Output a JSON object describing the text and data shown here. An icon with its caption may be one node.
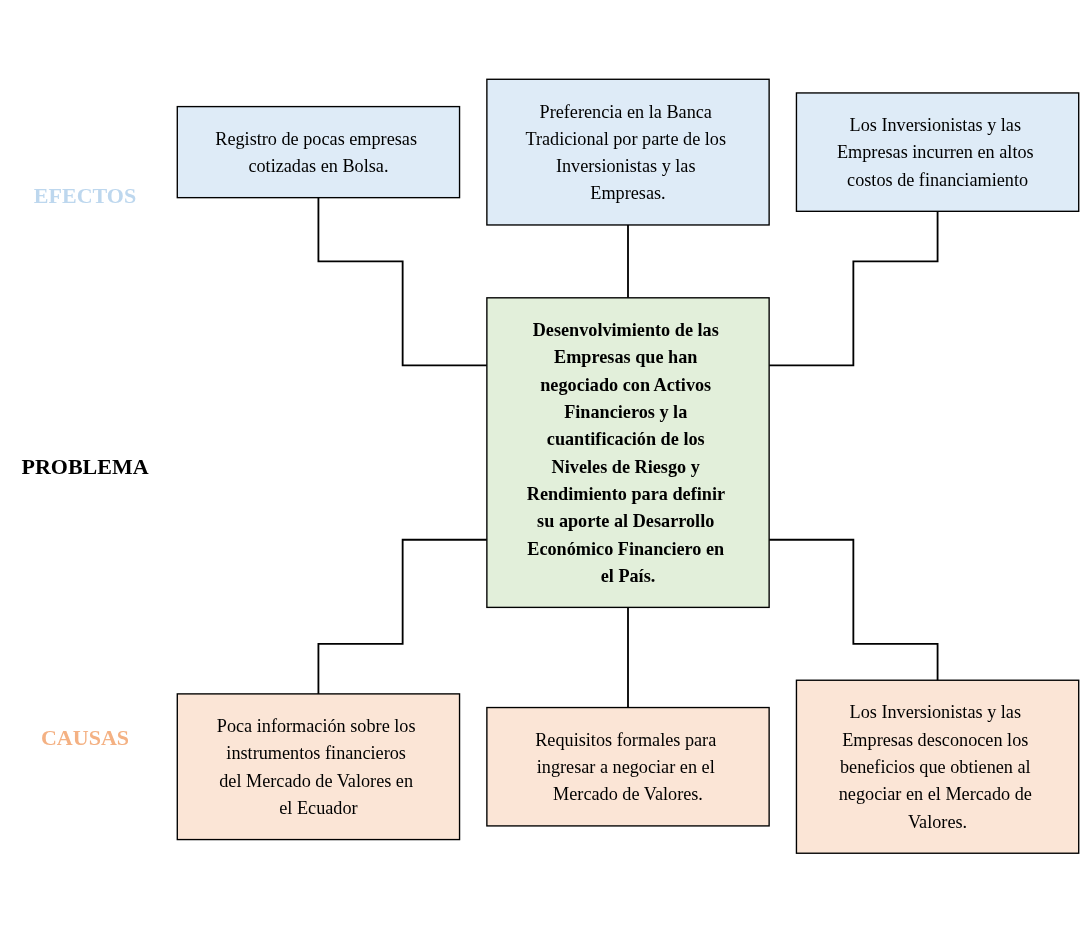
{
  "diagram": {
    "nodes": [
      {
        "text": [
          "Registro de pocas empresas cotizadas en Bolsa."
        ]
      },
      {
        "text": [
          "Preferencia en la Banca Tradicional por parte de los Inversionistas y las Empresas."
        ]
      },
      {
        "text": [
          "Los Inversionistas y las Empresas incurren en altos costos de financiamiento"
        ]
      },
      {
        "text": [
          "Desenvolvimiento de las Empresas que han negociado con Activos Financieros y la cuantificación de los Niveles de Riesgo y Rendimiento para definir su aporte al Desarrollo Económico Financiero en el País."
        ]
      },
      {
        "text": [
          "Poca información sobre los instrumentos financieros del Mercado de Valores en el Ecuador"
        ]
      },
      {
        "text": [
          "Requisitos formales para ingresar a negociar en el Mercado de Valores."
        ]
      },
      {
        "text": [
          "Los Inversionistas y las Empresas desconocen los beneficios que obtienen al negociar en el Mercado de Valores."
        ]
      }
    ],
    "edges": [
      {
        "from": 0,
        "to": 3,
        "arrow": "none"
      },
      {
        "from": 1,
        "to": 3,
        "arrow": "none"
      },
      {
        "from": 2,
        "to": 3,
        "arrow": "none"
      },
      {
        "from": 3,
        "to": 4,
        "arrow": "none"
      },
      {
        "from": 3,
        "to": 5,
        "arrow": "none"
      },
      {
        "from": 3,
        "to": 6,
        "arrow": "none"
      }
    ],
    "labels": [
      "EFECTOS",
      "PROBLEMA",
      "CAUSAS"
    ]
  }
}
